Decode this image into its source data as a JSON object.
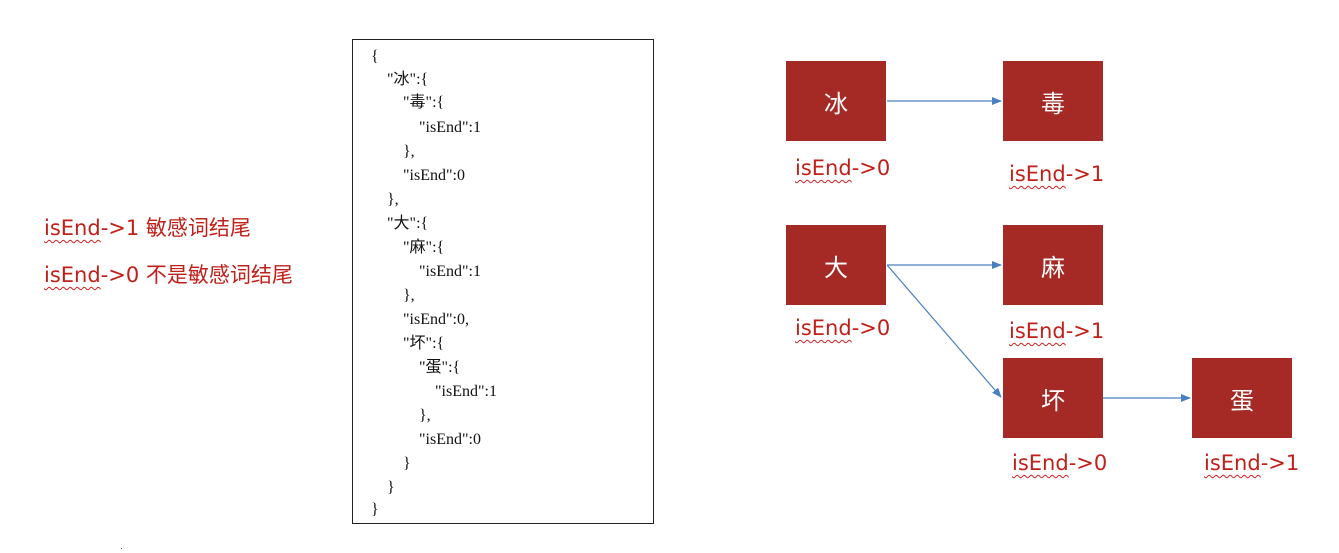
{
  "legend": {
    "line1_key": "isEnd",
    "line1_rest": "->1 敏感词结尾",
    "line2_key": "isEnd",
    "line2_rest": "->0 不是敏感词结尾"
  },
  "code": {
    "lines": [
      "{",
      "    \"冰\":{",
      "        \"毒\":{",
      "            \"isEnd\":1",
      "        },",
      "        \"isEnd\":0",
      "    },",
      "    \"大\":{",
      "        \"麻\":{",
      "            \"isEnd\":1",
      "        },",
      "        \"isEnd\":0,",
      "        \"坏\":{",
      "            \"蛋\":{",
      "                \"isEnd\":1",
      "            },",
      "            \"isEnd\":0",
      "        }",
      "    }",
      "}"
    ]
  },
  "trie": {
    "nodes": {
      "bing": {
        "char": "冰",
        "label_key": "isEnd",
        "label_rest": "->0"
      },
      "du": {
        "char": "毒",
        "label_key": "isEnd",
        "label_rest": "->1"
      },
      "da": {
        "char": "大",
        "label_key": "isEnd",
        "label_rest": "->0"
      },
      "ma": {
        "char": "麻",
        "label_key": "isEnd",
        "label_rest": "->1"
      },
      "huai": {
        "char": "坏",
        "label_key": "isEnd",
        "label_rest": "->0"
      },
      "dan": {
        "char": "蛋",
        "label_key": "isEnd",
        "label_rest": "->1"
      }
    },
    "edges": [
      {
        "from": "bing",
        "to": "du"
      },
      {
        "from": "da",
        "to": "ma"
      },
      {
        "from": "da",
        "to": "huai"
      },
      {
        "from": "huai",
        "to": "dan"
      }
    ],
    "colors": {
      "node_fill": "#a52a25",
      "node_text": "#ffffff",
      "label_text": "#c0201a",
      "edge": "#4a7fc1"
    }
  }
}
